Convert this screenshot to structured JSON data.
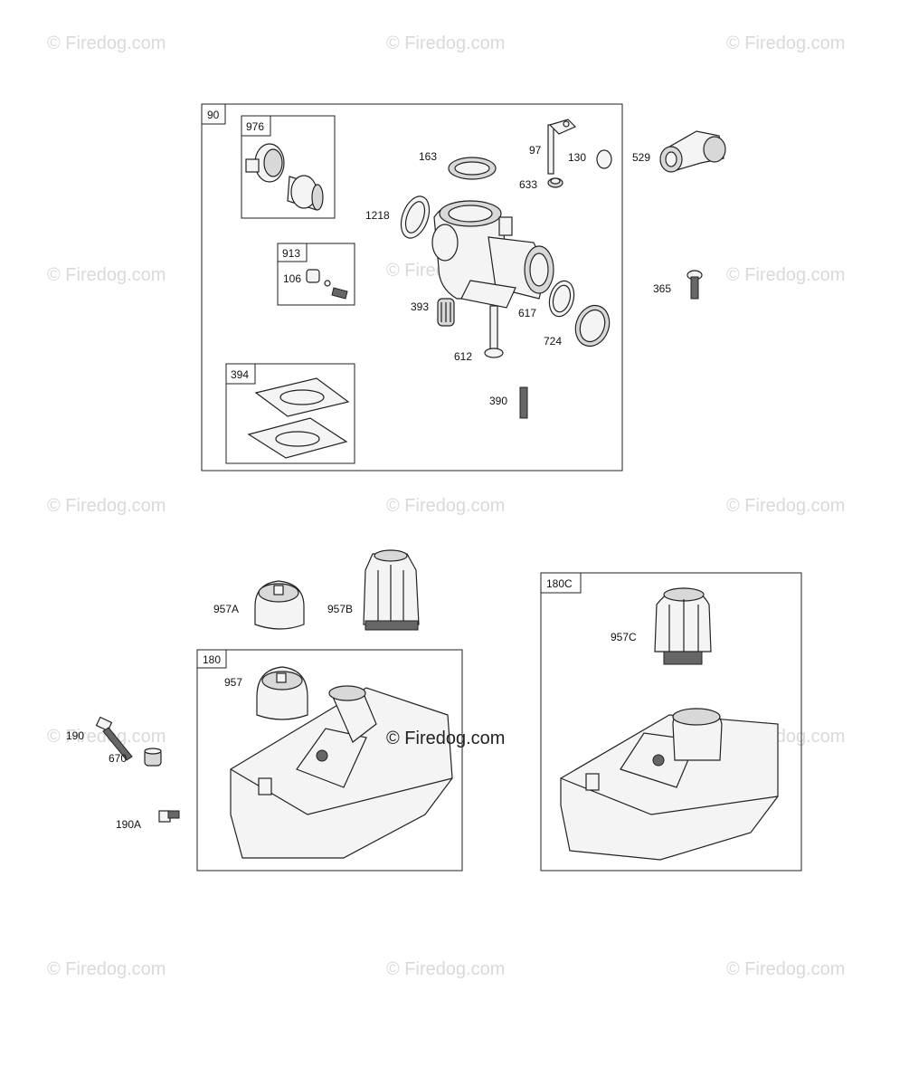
{
  "watermark": {
    "text": "© Firedog.com",
    "center_text": "© Firedog.com"
  },
  "groups": {
    "carb_kit": "90",
    "kit_976": "976",
    "kit_913": "913",
    "kit_394": "394",
    "tank_180": "180",
    "tank_180c": "180C"
  },
  "labels": {
    "p163": "163",
    "p97": "97",
    "p130": "130",
    "p633": "633",
    "p529": "529",
    "p1218": "1218",
    "p106": "106",
    "p365": "365",
    "p393": "393",
    "p617": "617",
    "p724": "724",
    "p612": "612",
    "p390": "390",
    "p957A": "957A",
    "p957B": "957B",
    "p957": "957",
    "p957C": "957C",
    "p190": "190",
    "p670": "670",
    "p190A": "190A"
  }
}
